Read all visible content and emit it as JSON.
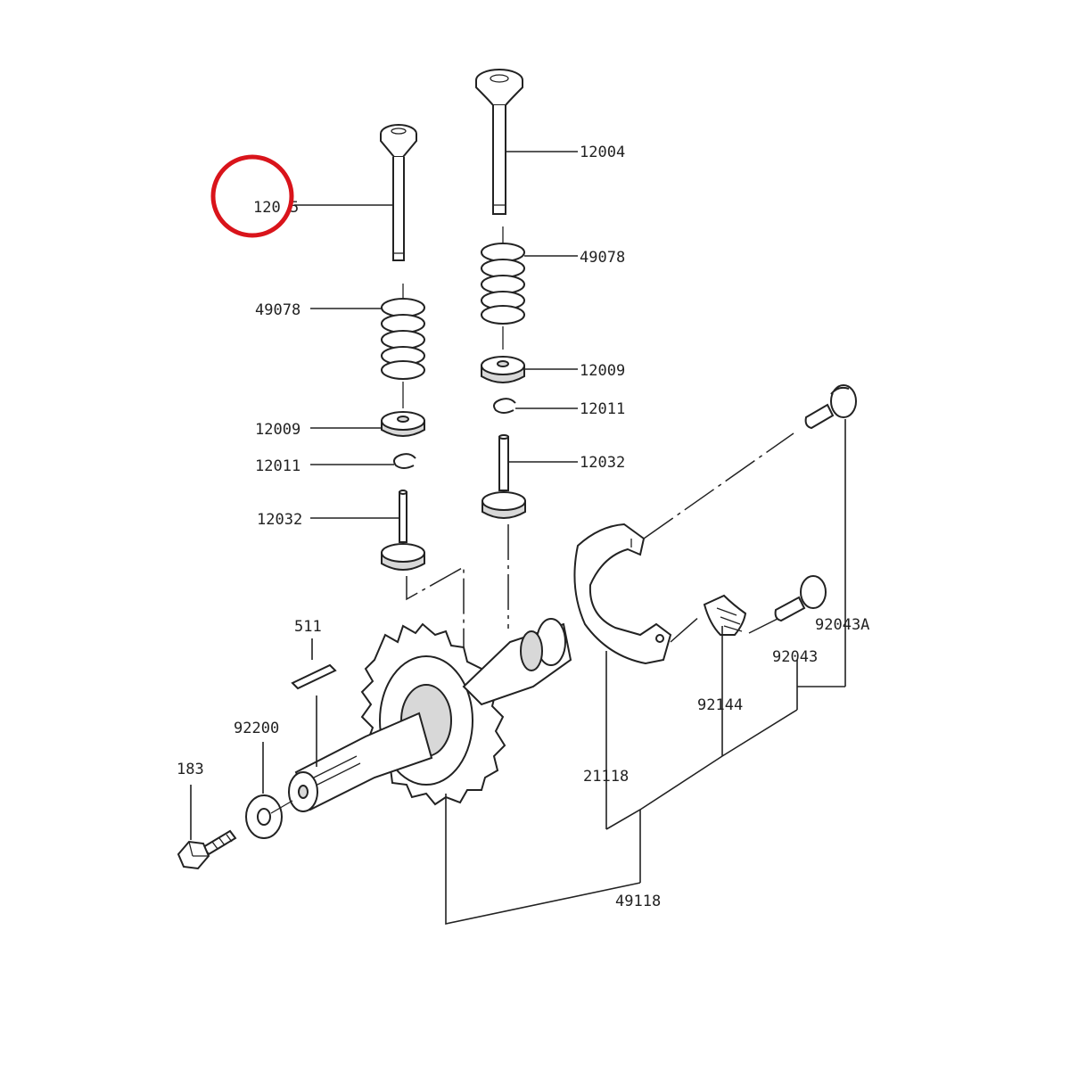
{
  "labels": {
    "valve_left": "120 5",
    "valve_right": "12004",
    "spring_left": "49078",
    "spring_right": "49078",
    "retainer_left": "12009",
    "retainer_right": "12009",
    "clip_left": "12011",
    "clip_right": "12011",
    "lifter_left": "12032",
    "lifter_right": "12032",
    "key": "511",
    "washer": "92200",
    "bolt": "183",
    "pin_upper": "92043A",
    "pin_lower": "92043",
    "spring_small": "92144",
    "weight": "21118",
    "camshaft": "49118"
  },
  "colors": {
    "highlight_circle": "#d9141b",
    "line": "#222222"
  }
}
